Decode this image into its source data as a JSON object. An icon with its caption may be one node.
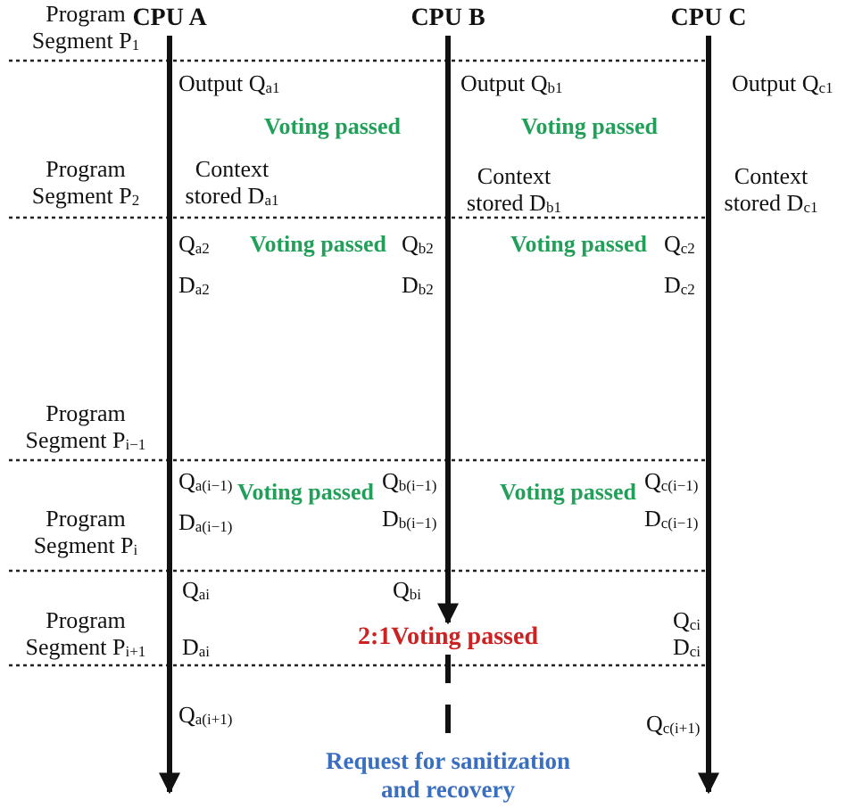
{
  "diagram": {
    "nodes": [
      {
        "text": [
          "CPU A"
        ]
      },
      {
        "text": [
          "CPU B"
        ]
      },
      {
        "text": [
          "CPU C"
        ]
      },
      {
        "text": [
          "2:1Voting passed"
        ]
      },
      {
        "text": [
          "Request for sanitization and recovery"
        ]
      }
    ],
    "edges": [
      {
        "from": 0,
        "to": null,
        "arrow": "to"
      },
      {
        "from": 1,
        "to": 3,
        "arrow": "to"
      },
      {
        "from": 2,
        "to": null,
        "arrow": "to"
      },
      {
        "from": 3,
        "to": 4,
        "arrow": "none",
        "style": "dashed"
      }
    ],
    "labels": [
      "Program Segment P$_{1}$",
      "Output Q$_{a1}$",
      "Output Q$_{b1}$",
      "Output Q$_{c1}$",
      "Voting passed",
      "Voting passed",
      "Program Segment P$_{2}$",
      "Context stored D$_{a1}$",
      "Context stored D$_{b1}$",
      "Context stored D$_{c1}$",
      "Q$_{a2}$",
      "Voting passed",
      "Q$_{b2}$",
      "Voting passed",
      "Q$_{c2}$",
      "D$_{a2}$",
      "D$_{b2}$",
      "D$_{c2}$",
      "Program Segment P$_{i−1}$",
      "Q$_{a(i−1)}$",
      "Voting passed",
      "Q$_{b(i−1)}$",
      "Voting passed",
      "Q$_{c(i−1)}$",
      "D$_{a(i−1)}$",
      "D$_{b(i−1)}$",
      "D$_{c(i−1)}$",
      "Program Segment P$_{i}$",
      "Q$_{ai}$",
      "Q$_{bi}$",
      "Q$_{ci}$",
      "Program Segment P$_{i+1}$",
      "D$_{ai}$",
      "D$_{ci}$",
      "Q$_{a(i+1)}$",
      "Q$_{c(i+1)}$"
    ]
  }
}
